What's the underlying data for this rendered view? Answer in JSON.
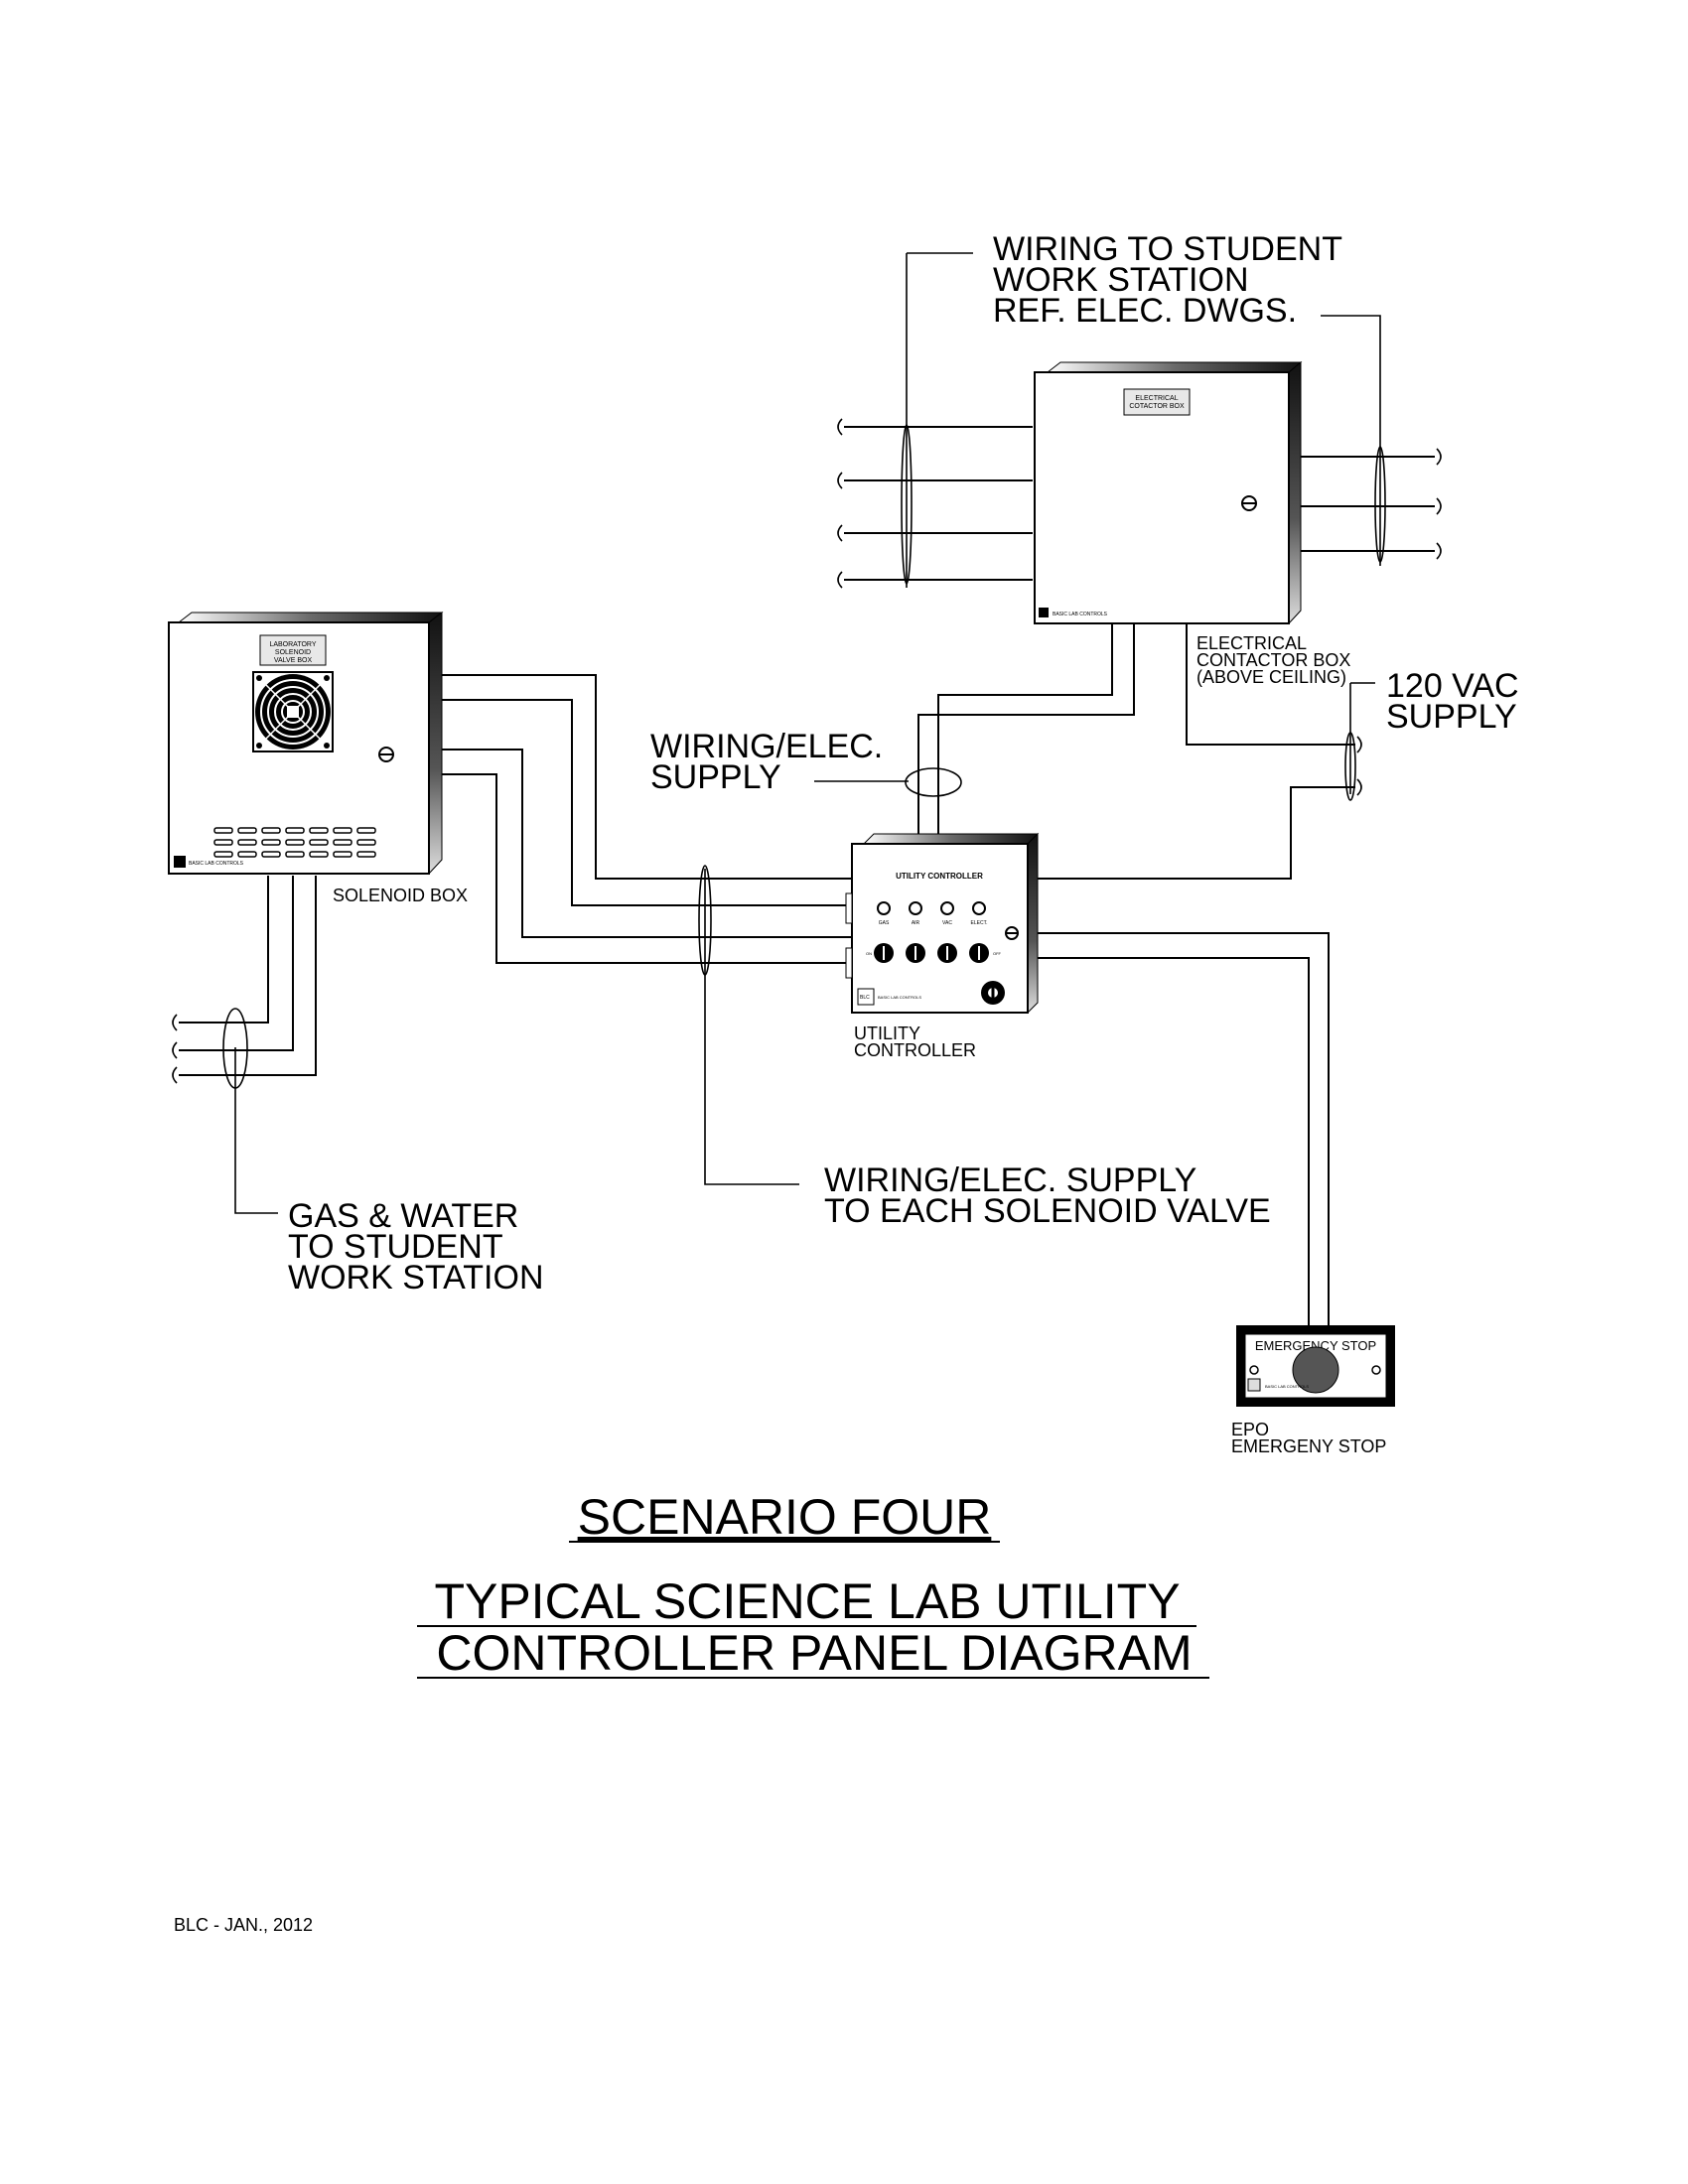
{
  "labels": {
    "wiring_to_student": [
      "WIRING TO STUDENT",
      "WORK STATION",
      "REF. ELEC. DWGS."
    ],
    "electrical_contactor_box": [
      "ELECTRICAL",
      "CONTACTOR BOX",
      "(ABOVE CEILING)"
    ],
    "supply_120": [
      "120 VAC",
      "SUPPLY"
    ],
    "wiring_elec_supply": [
      "WIRING/ELEC.",
      "SUPPLY"
    ],
    "solenoid_box": "SOLENOID BOX",
    "utility_controller": [
      "UTILITY",
      "CONTROLLER"
    ],
    "wiring_to_solenoid": [
      "WIRING/ELEC. SUPPLY",
      "TO EACH SOLENOID VALVE"
    ],
    "gas_water": [
      "GAS & WATER",
      "TO STUDENT",
      "WORK STATION"
    ],
    "epo": [
      "EPO",
      "EMERGENY STOP"
    ]
  },
  "devices": {
    "contactor_plate": [
      "ELECTRICAL",
      "COTACTOR BOX"
    ],
    "solenoid_plate": [
      "LABORATORY",
      "SOLENOID",
      "VALVE BOX"
    ],
    "utility_panel_title": "UTILITY CONTROLLER",
    "utility_switch_labels": [
      "GAS",
      "AIR",
      "VAC",
      "ELECT."
    ],
    "utility_knob_labels": [
      "ON",
      "OFF"
    ],
    "emergency_title": "EMERGENCY STOP",
    "maker_tag": "BLC",
    "maker_text": "BASIC LAB CONTROLS"
  },
  "title": {
    "scenario": "SCENARIO FOUR",
    "line1": "TYPICAL SCIENCE LAB UTILITY",
    "line2": "CONTROLLER PANEL DIAGRAM"
  },
  "footer": "BLC - JAN., 2012"
}
